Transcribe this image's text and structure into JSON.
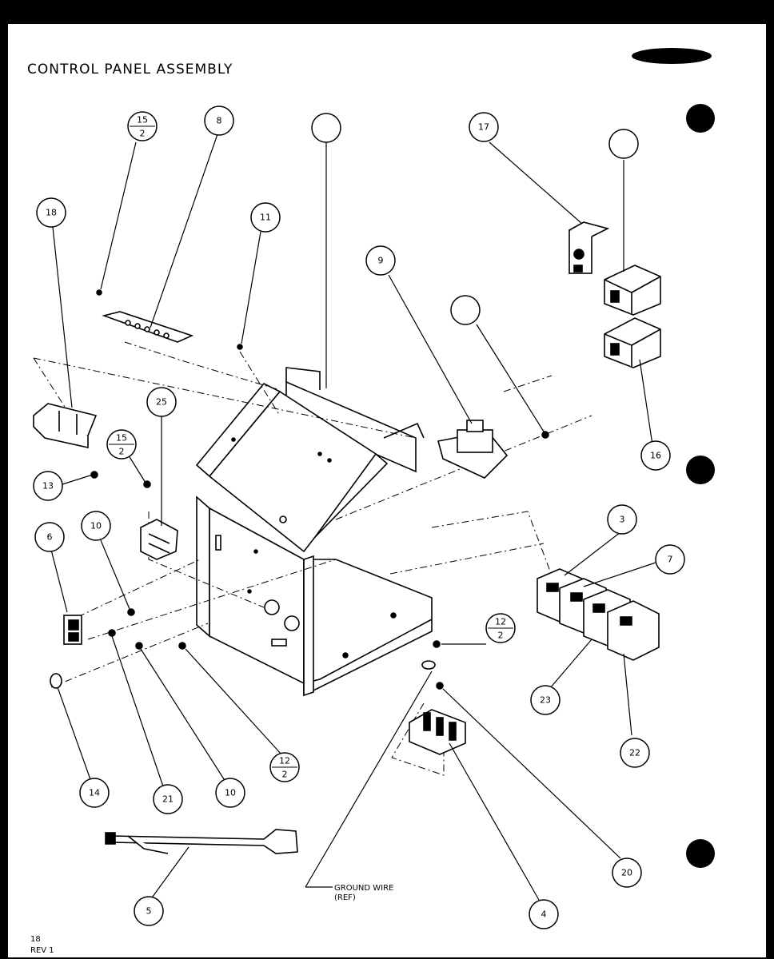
{
  "title": "CONTROL PANEL ASSEMBLY",
  "callouts": [
    {
      "id": "c-15-2-top",
      "text": "15",
      "sub": "2"
    },
    {
      "id": "c-8",
      "text": "8"
    },
    {
      "id": "c-blank-top",
      "text": ""
    },
    {
      "id": "c-17",
      "text": "17"
    },
    {
      "id": "c-blank-tr",
      "text": ""
    },
    {
      "id": "c-18",
      "text": "18"
    },
    {
      "id": "c-11",
      "text": "11"
    },
    {
      "id": "c-9",
      "text": "9"
    },
    {
      "id": "c-blank-mid",
      "text": ""
    },
    {
      "id": "c-25",
      "text": "25"
    },
    {
      "id": "c-15-2-mid",
      "text": "15",
      "sub": "2"
    },
    {
      "id": "c-13",
      "text": "13"
    },
    {
      "id": "c-16",
      "text": "16"
    },
    {
      "id": "c-6",
      "text": "6"
    },
    {
      "id": "c-10-top",
      "text": "10"
    },
    {
      "id": "c-3",
      "text": "3"
    },
    {
      "id": "c-7",
      "text": "7"
    },
    {
      "id": "c-12-2-right",
      "text": "12",
      "sub": "2"
    },
    {
      "id": "c-23",
      "text": "23"
    },
    {
      "id": "c-22",
      "text": "22"
    },
    {
      "id": "c-12-2-bottom",
      "text": "12",
      "sub": "2"
    },
    {
      "id": "c-14",
      "text": "14"
    },
    {
      "id": "c-21",
      "text": "21"
    },
    {
      "id": "c-10-bottom",
      "text": "10"
    },
    {
      "id": "c-20",
      "text": "20"
    },
    {
      "id": "c-5",
      "text": "5"
    },
    {
      "id": "c-4",
      "text": "4"
    }
  ],
  "ground_wire_label": "GROUND WIRE",
  "ground_wire_ref": "(REF)",
  "footer_page": "18",
  "footer_rev": "REV 1"
}
